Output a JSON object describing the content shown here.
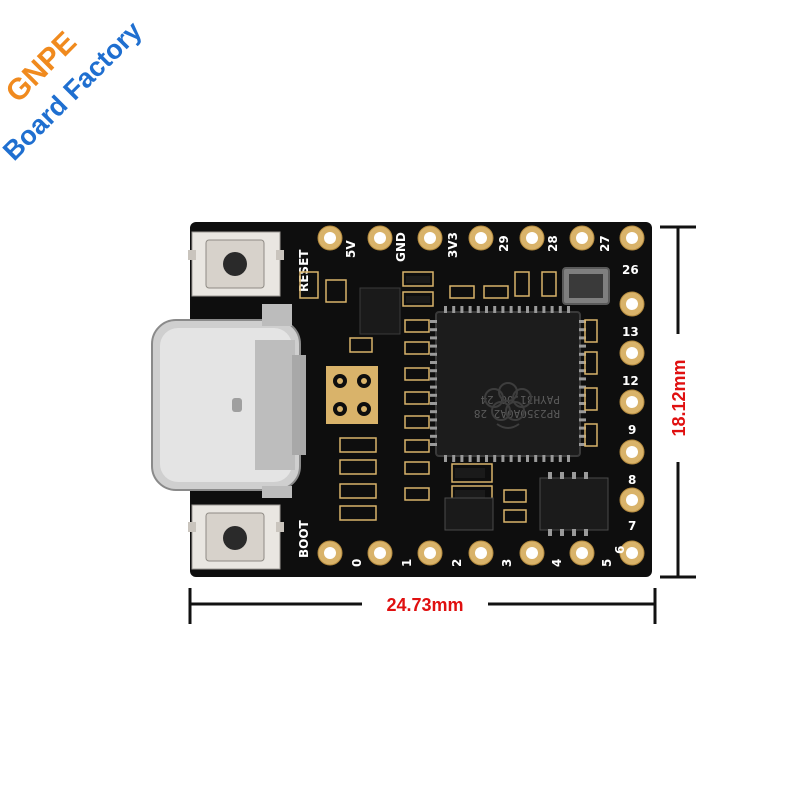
{
  "watermark": {
    "line1": "GNPE",
    "line2": "Board Factory",
    "color1": "#f08a1e",
    "color2": "#1f6fd0"
  },
  "board": {
    "top_pins": [
      "5V",
      "GND",
      "3V3",
      "29",
      "28",
      "27"
    ],
    "right_pins": [
      "26",
      "13",
      "12",
      "9",
      "8",
      "7"
    ],
    "bottom_pins": [
      "0",
      "1",
      "2",
      "3",
      "4",
      "5",
      "6"
    ],
    "reset_label": "RESET",
    "boot_label": "BOOT",
    "chip_line1": "RP2350A0A2 28",
    "chip_line2": "PAYH31.00 24"
  },
  "dimensions": {
    "width_label": "24.73mm",
    "height_label": "18.12mm",
    "color": "#e01010"
  }
}
